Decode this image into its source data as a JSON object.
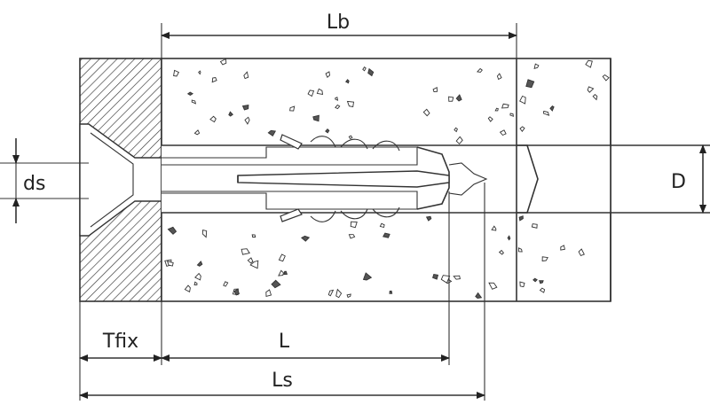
{
  "diagram": {
    "labels": {
      "lb": "Lb",
      "ds": "ds",
      "d": "D",
      "tfix": "Tfix",
      "l": "L",
      "ls": "Ls"
    },
    "colors": {
      "line": "#333333",
      "label": "#222222",
      "fixture_fill": "#ffffff",
      "background": "#ffffff"
    },
    "parts": [
      "fixture-plate",
      "concrete-base",
      "drill-hole",
      "wall-plug",
      "screw"
    ]
  }
}
